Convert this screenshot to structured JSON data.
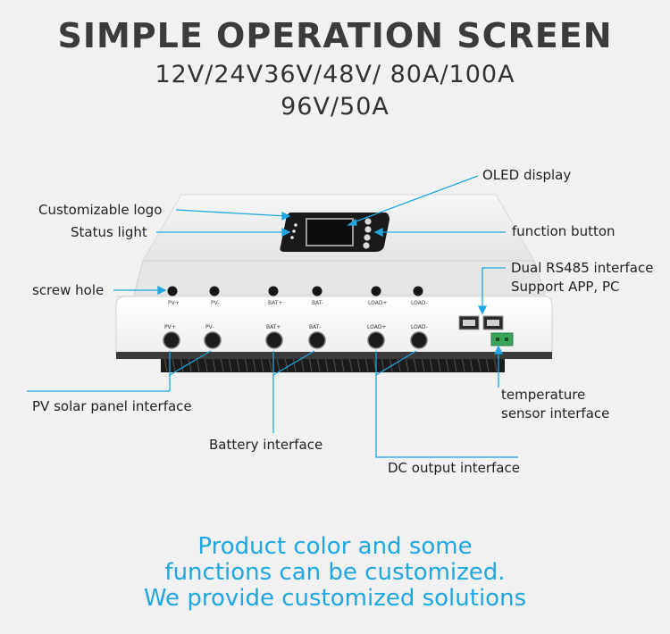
{
  "header": {
    "title": "SIMPLE OPERATION SCREEN",
    "subtitle_line1": "12V/24V36V/48V/  80A/100A",
    "subtitle_line2": "96V/50A"
  },
  "callouts": {
    "oled_display": "OLED display",
    "customizable_logo": "Customizable logo",
    "status_light": "Status light",
    "function_button": "function button",
    "screw_hole": "screw hole",
    "rs485_line1": "Dual RS485 interface",
    "rs485_line2": "Support APP, PC",
    "pv_interface": "PV solar panel interface",
    "temp_line1": "temperature",
    "temp_line2": "sensor interface",
    "battery_interface": "Battery interface",
    "dc_output": "DC output interface"
  },
  "terminals": {
    "upper": [
      "PV+",
      "PV-",
      "BAT+",
      "BAT-",
      "LOAD+",
      "LOAD-"
    ],
    "lower": [
      "PV+",
      "PV-",
      "BAT+",
      "BAT-",
      "LOAD+",
      "LOAD-"
    ]
  },
  "footer": {
    "line1": "Product color and some",
    "line2": "functions can be customized.",
    "line3": "We provide customized solutions"
  },
  "colors": {
    "accent": "#1ea7e1",
    "terminal_green": "#3aa55a"
  }
}
